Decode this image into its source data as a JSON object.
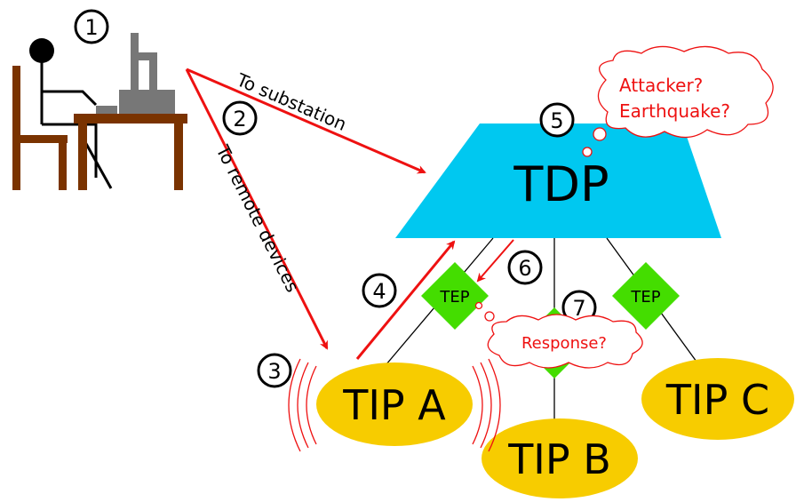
{
  "colors": {
    "arrow": "#ee1111",
    "tdp": "#00c8f0",
    "tep": "#44dd00",
    "tip": "#f7cc00",
    "furniture": "#7a3300",
    "computer": "#777777",
    "cloud_text": "#ee1111"
  },
  "steps": [
    "1",
    "2",
    "3",
    "4",
    "5",
    "6",
    "7"
  ],
  "labels": {
    "to_substation": "To substation",
    "to_remote": "To remote devices",
    "tdp": "TDP",
    "tep": "TEP",
    "tip_a": "TIP A",
    "tip_b": "TIP B",
    "tip_c": "TIP C"
  },
  "thoughts": {
    "tdp_line1": "Attacker?",
    "tdp_line2": "Earthquake?",
    "tep_response": "Response?"
  }
}
